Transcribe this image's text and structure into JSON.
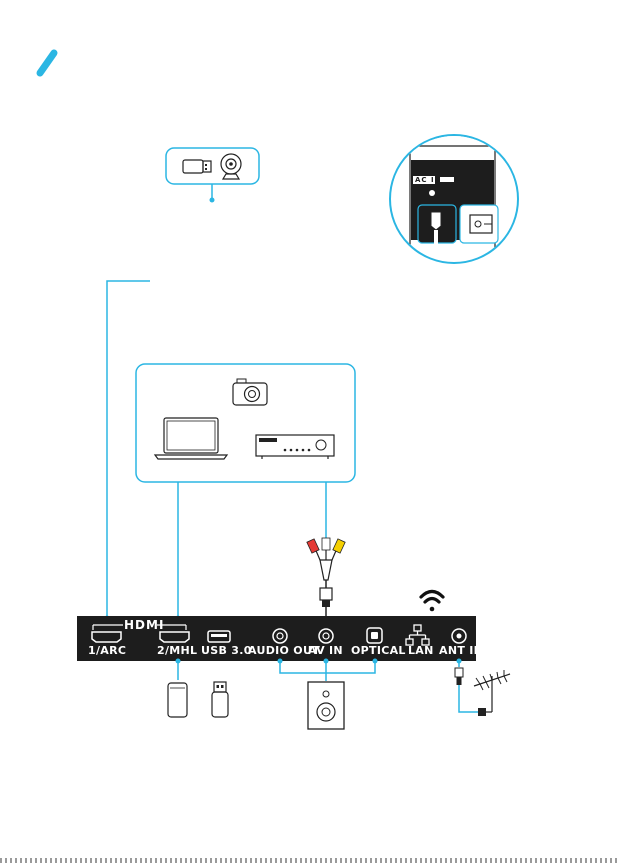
{
  "colors": {
    "accent": "#2bb6e3",
    "panel": "#1d1d1d",
    "line": "#222222"
  },
  "icons": {
    "header": "pen-stroke-icon",
    "top_box": [
      "usb-stick-icon",
      "webcam-icon"
    ],
    "source_box": [
      "camera-icon",
      "laptop-icon",
      "av-receiver-icon"
    ],
    "below_panel": [
      "smartphone-icon",
      "usb-stick-icon",
      "speaker-icon",
      "antenna-icon"
    ],
    "above_panel": [
      "rca-cable-icon",
      "wifi-icon"
    ]
  },
  "panel": {
    "hdmi_title": "HDMI",
    "ports": [
      {
        "label": "1/ARC",
        "icon": "hdmi-port-icon"
      },
      {
        "label": "2/MHL",
        "icon": "hdmi-port-icon"
      },
      {
        "label": "USB 3.0",
        "icon": "usb-port-icon"
      },
      {
        "label": "AUDIO OUT",
        "icon": "round-jack-icon"
      },
      {
        "label": "AV IN",
        "icon": "round-jack-icon"
      },
      {
        "label": "OPTICAL",
        "icon": "optical-port-icon"
      },
      {
        "label": "LAN",
        "icon": "lan-icon"
      },
      {
        "label": "ANT IN",
        "icon": "coax-jack-icon"
      }
    ]
  },
  "inset": {
    "label": "AC IN"
  }
}
